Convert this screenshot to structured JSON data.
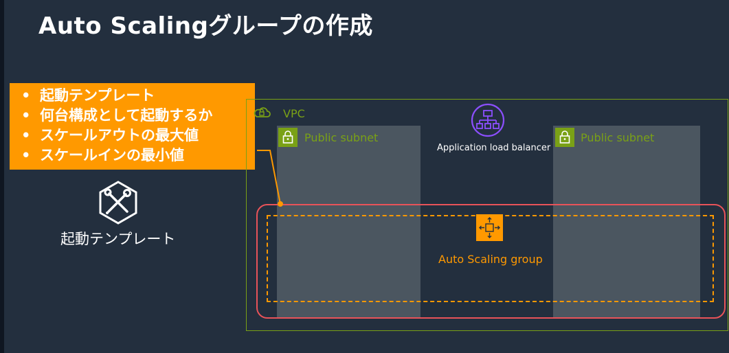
{
  "slide": {
    "title": "Auto Scalingグループの作成"
  },
  "callout": {
    "items": [
      "起動テンプレート",
      "何台構成として起動するか",
      "スケールアウトの最大値",
      "スケールインの最小値"
    ],
    "color": "#ff9900"
  },
  "launch_template": {
    "label": "起動テンプレート",
    "icon": "launch-template-icon"
  },
  "vpc": {
    "label": "VPC",
    "color": "#7aa116",
    "icon": "vpc-cloud-icon"
  },
  "subnets": [
    {
      "label": "Public subnet",
      "icon": "lock-icon"
    },
    {
      "label": "Public subnet",
      "icon": "lock-icon"
    }
  ],
  "alb": {
    "label": "Application load balancer",
    "color": "#8c4fff",
    "icon": "load-balancer-icon"
  },
  "asg": {
    "label": "Auto Scaling group",
    "color": "#ff9900",
    "highlight_color": "#e95359",
    "icon": "auto-scaling-icon"
  }
}
